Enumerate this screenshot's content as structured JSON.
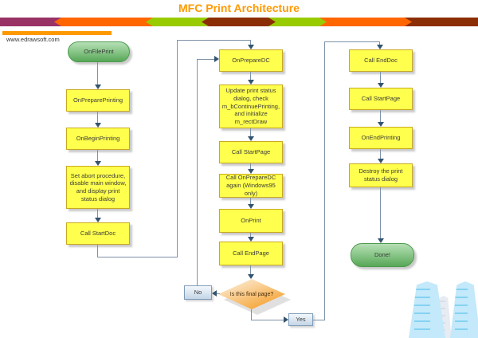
{
  "header": {
    "title": "MFC Print Architecture",
    "website": "www.edrawsoft.com"
  },
  "colors": {
    "title": "#FF9900",
    "ribbon_purple": "#993366",
    "ribbon_orange": "#FF6600",
    "ribbon_green": "#99CC00",
    "ribbon_brown": "#8C2E05",
    "process_fill": "#FFFF4D",
    "process_border": "#C9A91F",
    "terminator_green": "#58A758",
    "decision_orange": "#F6A434",
    "label_box_border": "#7F9DB9",
    "connector": "#7D92A8",
    "building_blue": "#C3E9FA"
  },
  "flowchart": {
    "left": {
      "start": "OnFilePrint",
      "step1": "OnPreparePrinting",
      "step2": "OnBeginPrinting",
      "step3": "Set abort procedure, disable main window, and display print status dialog",
      "step4": "Call StartDoc"
    },
    "middle": {
      "step1": "OnPrepareDC",
      "step2": "Update print status dialog, check m_bContinuePrinting, and initialize m_rectDraw",
      "step3": "Call StartPage",
      "step4": "Call OnPrepareDC again (Windows95 only)",
      "step5": "OnPrint",
      "step6": "Call EndPage",
      "decision": "Is this final page?",
      "no_label": "No",
      "yes_label": "Yes"
    },
    "right": {
      "step1": "Call EndDoc",
      "step2": "Call StartPage",
      "step3": "OnEndPrinting",
      "step4": "Destroy the print status dialog",
      "end": "Done!"
    }
  }
}
